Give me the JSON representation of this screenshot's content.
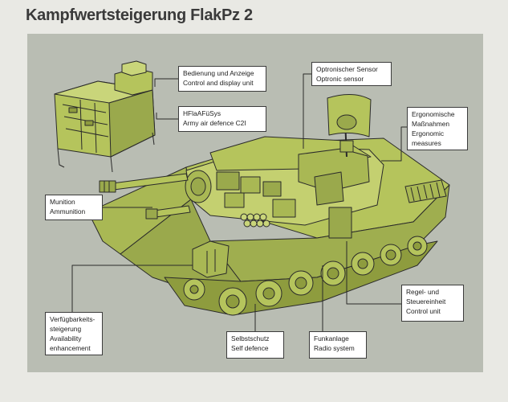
{
  "title": "Kampfwertsteigerung FlakPz 2",
  "colors": {
    "background": "#e9e9e4",
    "panel": "#b9bdb3",
    "vehicle": "#b5c45c",
    "line": "#2a2a2a",
    "label_box": "#ffffff"
  },
  "labels": {
    "control_display": {
      "de": "Bedienung und Anzeige",
      "en": "Control and display unit"
    },
    "c2i": {
      "de": "HFlaAFüSys",
      "en": "Army air defence C2I"
    },
    "optronic": {
      "de": "Optronischer Sensor",
      "en": "Optronic sensor"
    },
    "ergonomic": {
      "de1": "Ergonomische",
      "de2": "Maßnahmen",
      "en1": "Ergonomic",
      "en2": "measures"
    },
    "ammunition": {
      "de": "Munition",
      "en": "Ammunition"
    },
    "availability": {
      "de1": "Verfügbarkeits-",
      "de2": "steigerung",
      "en1": "Availability",
      "en2": "enhancement"
    },
    "self_defence": {
      "de": "Selbstschutz",
      "en": "Self defence"
    },
    "radio": {
      "de": "Funkanlage",
      "en": "Radio system"
    },
    "control_unit": {
      "de1": "Regel- und",
      "de2": "Steuereinheit",
      "en": "Control unit"
    }
  }
}
